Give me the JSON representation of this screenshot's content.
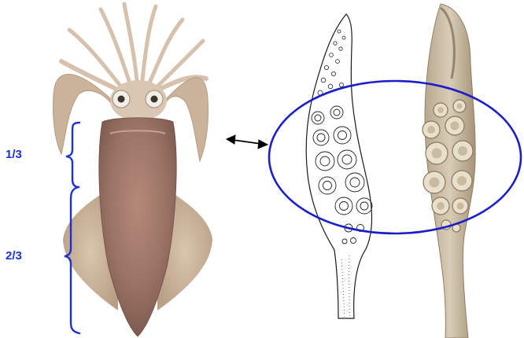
{
  "labels": {
    "upper_ratio": "1/3",
    "lower_ratio": "2/3"
  },
  "colors": {
    "annotation": "#1f2fd6",
    "ellipse": "#1c1fc9",
    "arrow": "#000000"
  },
  "figure": {
    "left_panel": "squid-photo",
    "middle_panel": "tentacle-club-drawing",
    "right_panel": "tentacle-club-photo",
    "annotations": [
      "brace-upper",
      "brace-lower",
      "double-arrow",
      "highlight-ellipse"
    ]
  }
}
